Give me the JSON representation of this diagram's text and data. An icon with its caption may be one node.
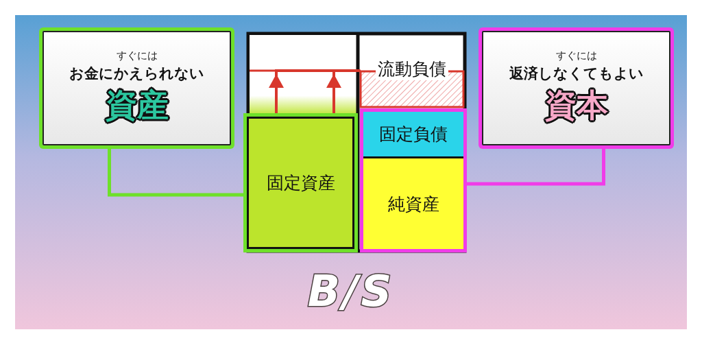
{
  "diagram": {
    "caption": "B/S",
    "nodes": [
      {
        "text": [
          "すぐには",
          "お金にかえられない",
          "資産"
        ]
      },
      {
        "text": [
          "固定資産"
        ]
      },
      {
        "text": [
          "流動負債"
        ]
      },
      {
        "text": [],
        "shape": "box"
      },
      {
        "text": [
          "固定負債"
        ],
        "in": 3
      },
      {
        "text": [
          "純資産"
        ],
        "in": 3
      },
      {
        "text": [
          "すぐには",
          "返済しなくてもよい",
          "資本"
        ]
      }
    ],
    "edges": [
      {
        "from": 0,
        "to": 1,
        "arrow": "none",
        "color": "#6ee02a"
      },
      {
        "from": 6,
        "to": 3,
        "arrow": "none",
        "color": "#f03ce8"
      },
      {
        "from": 1,
        "to": 2,
        "arrow": "to",
        "color": "#d8372c"
      },
      {
        "from": 1,
        "to": 2,
        "arrow": "to",
        "color": "#d8372c"
      }
    ]
  }
}
